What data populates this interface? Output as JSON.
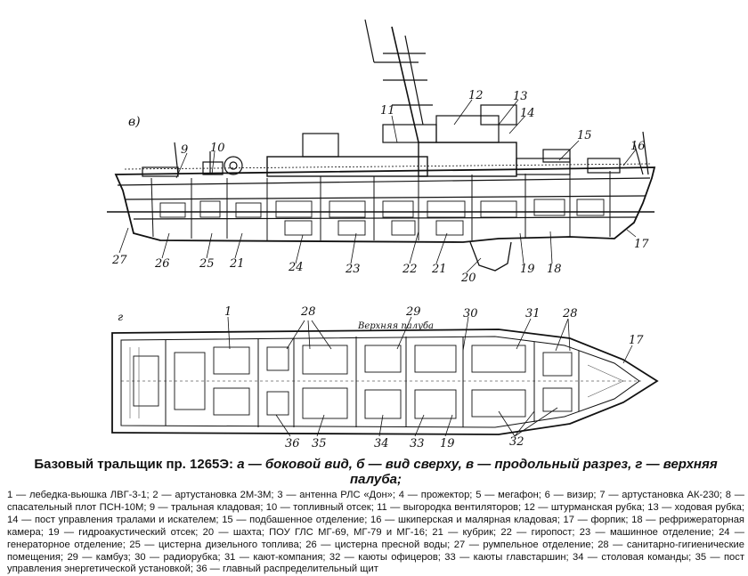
{
  "side_view": {
    "panel_letter": "в)",
    "callouts": [
      "9",
      "10",
      "11",
      "12",
      "13",
      "14",
      "15",
      "16",
      "17",
      "18",
      "19",
      "20",
      "21",
      "22",
      "23",
      "24",
      "21",
      "25",
      "26",
      "27"
    ]
  },
  "top_view": {
    "panel_letter": "г",
    "deck_text": "Верхняя палуба",
    "callouts": [
      "1",
      "28",
      "29",
      "30",
      "31",
      "28",
      "17",
      "32",
      "36",
      "35",
      "34",
      "33",
      "19"
    ]
  },
  "caption": {
    "title_prefix": "Базовый тральщик пр. 1265Э:",
    "title_rest": "а — боковой вид, б — вид сверху, в — продольный разрез, г — верхняя палуба;",
    "body": "1 — лебедка-вьюшка ЛВГ-3-1; 2 — артустановка 2М-3М; 3 — антенна РЛС «Дон»; 4 — прожектор; 5 — мегафон; 6 — визир; 7 — артустановка АК-230; 8 — спасательный плот ПСН-10М; 9 — тральная кладовая; 10 — топливный отсек; 11 — выгородка вентиляторов; 12 — штурманская рубка; 13 — ходовая рубка; 14 — пост управления тралами и искателем; 15 — подбашенное отделение; 16 — шкиперская и малярная кладовая; 17 — форпик; 18 — рефрижераторная камера; 19 — гидроакустический отсек; 20 — шахта; ПОУ ГЛС МГ-69, МГ-79 и МГ-16; 21 — кубрик; 22 — гиропост; 23 — машинное отделение; 24 — генераторное отделение; 25 — цистерна дизельного топлива; 26 — цистерна пресной воды; 27 — румпельное отделение; 28 — санитарно-гигиенические помещения; 29 — камбуз; 30 — радиорубка; 31 — кают-компания; 32 — каюты офицеров; 33 — каюты главстаршин; 34 — столовая команды; 35 — пост управления энергетической установкой; 36 — главный распределительный щит"
  }
}
